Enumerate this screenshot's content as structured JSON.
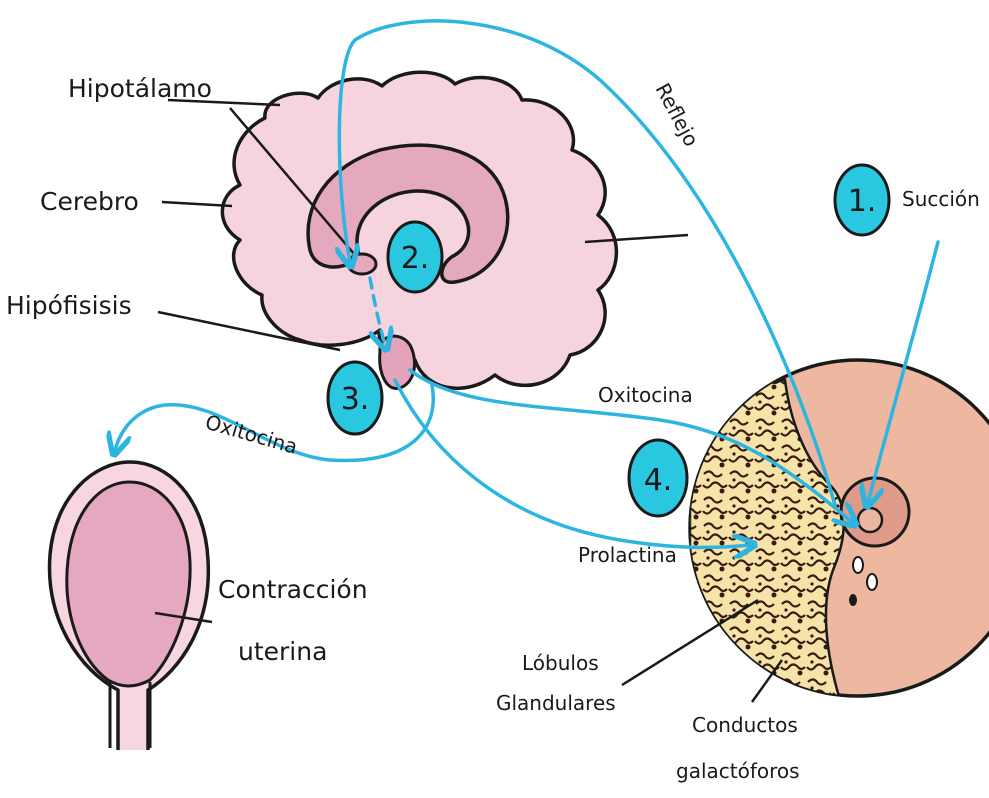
{
  "labels": {
    "hipotalamo": "Hipotálamo",
    "cerebro": "Cerebro",
    "hipofisis": "Hipófisisis",
    "reflejo": "Reflejo",
    "succion": "Succión",
    "oxitocina_top": "Oxitocina",
    "oxitocina_left": "Oxitocina",
    "prolactina": "Prolactina",
    "contraccion_line1": "Contracción",
    "contraccion_line2": "uterina",
    "lobulos_line1": "Lóbulos",
    "lobulos_line2": "Glandulares",
    "conductos_line1": "Conductos",
    "conductos_line2": "galactóforos"
  },
  "steps": [
    "1.",
    "2.",
    "3.",
    "4."
  ],
  "colors": {
    "arrow": "#2bb5e0",
    "badge": "#29c7e0",
    "brain": "#f6d4de",
    "brain_inner": "#e4a9bf",
    "pituitary": "#e2a3bb",
    "uterus_outer": "#f7d6e0",
    "uterus_inner": "#e6a8c1",
    "breast": "#edb89f",
    "areola": "#e09a8a",
    "glands": "#f5e3a8",
    "outline": "#1a1a1a"
  }
}
